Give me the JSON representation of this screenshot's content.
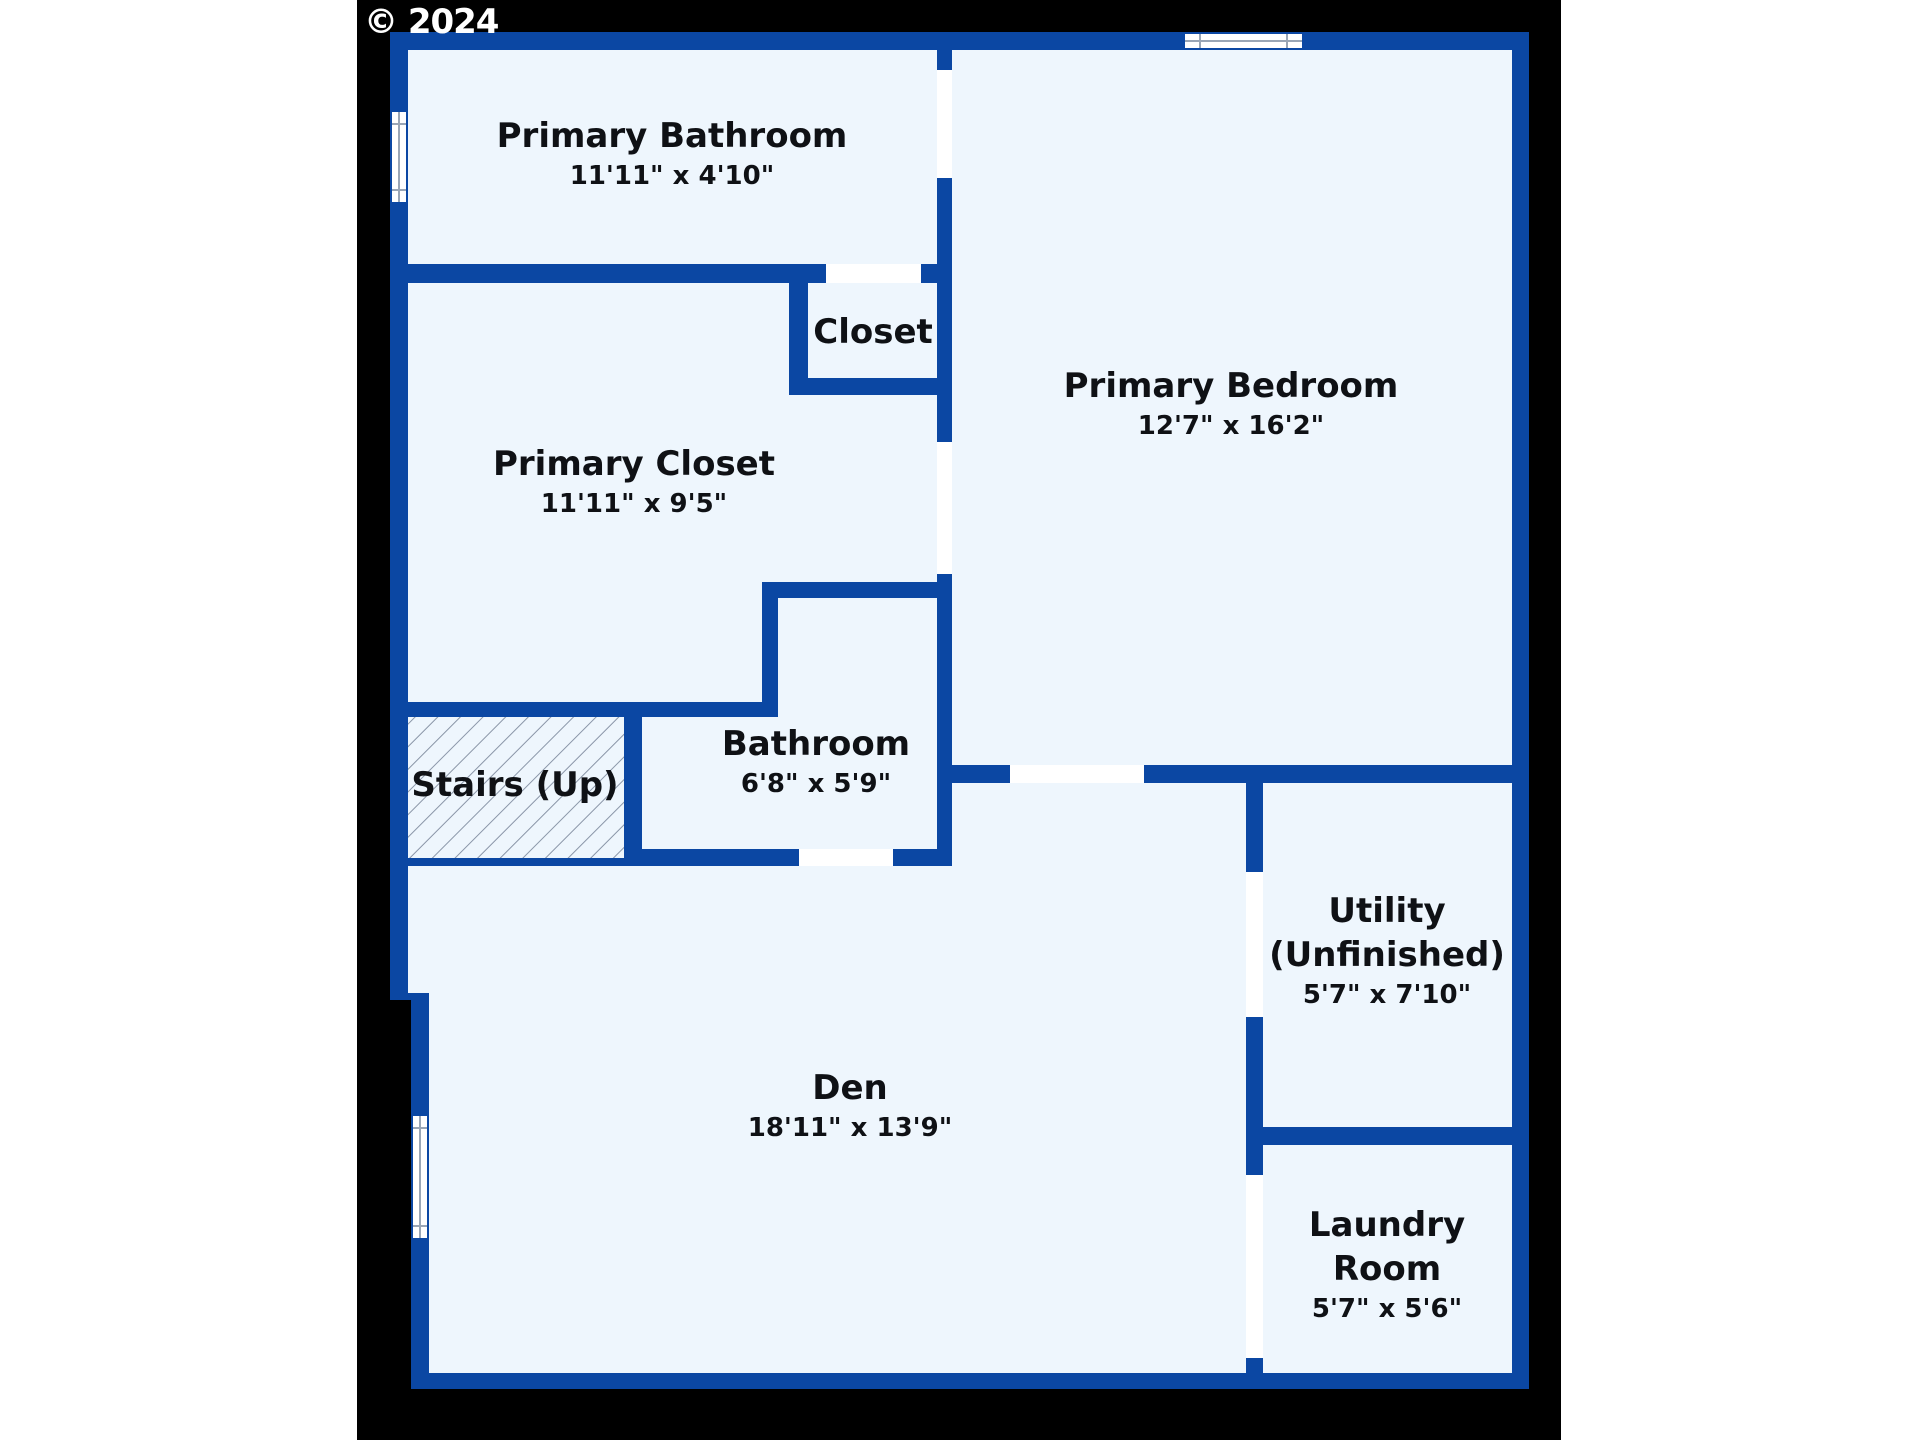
{
  "copyright": "© 2024",
  "colors": {
    "background": "#000000",
    "wall": "#0b47a3",
    "floor": "#eef6fd",
    "opening": "#ffffff"
  },
  "rooms": [
    {
      "id": "primary-bathroom",
      "name": "Primary Bathroom",
      "dims": "11'11\" x 4'10\""
    },
    {
      "id": "closet",
      "name": "Closet",
      "dims": ""
    },
    {
      "id": "primary-closet",
      "name": "Primary Closet",
      "dims": "11'11\" x 9'5\""
    },
    {
      "id": "primary-bedroom",
      "name": "Primary Bedroom",
      "dims": "12'7\" x 16'2\""
    },
    {
      "id": "stairs",
      "name": "Stairs (Up)",
      "dims": ""
    },
    {
      "id": "bathroom",
      "name": "Bathroom",
      "dims": "6'8\" x 5'9\""
    },
    {
      "id": "utility",
      "name": "Utility",
      "name2": "(Unfinished)",
      "dims": "5'7\" x 7'10\""
    },
    {
      "id": "den",
      "name": "Den",
      "dims": "18'11\" x 13'9\""
    },
    {
      "id": "laundry",
      "name": "Laundry",
      "name2": "Room",
      "dims": "5'7\" x 5'6\""
    }
  ]
}
